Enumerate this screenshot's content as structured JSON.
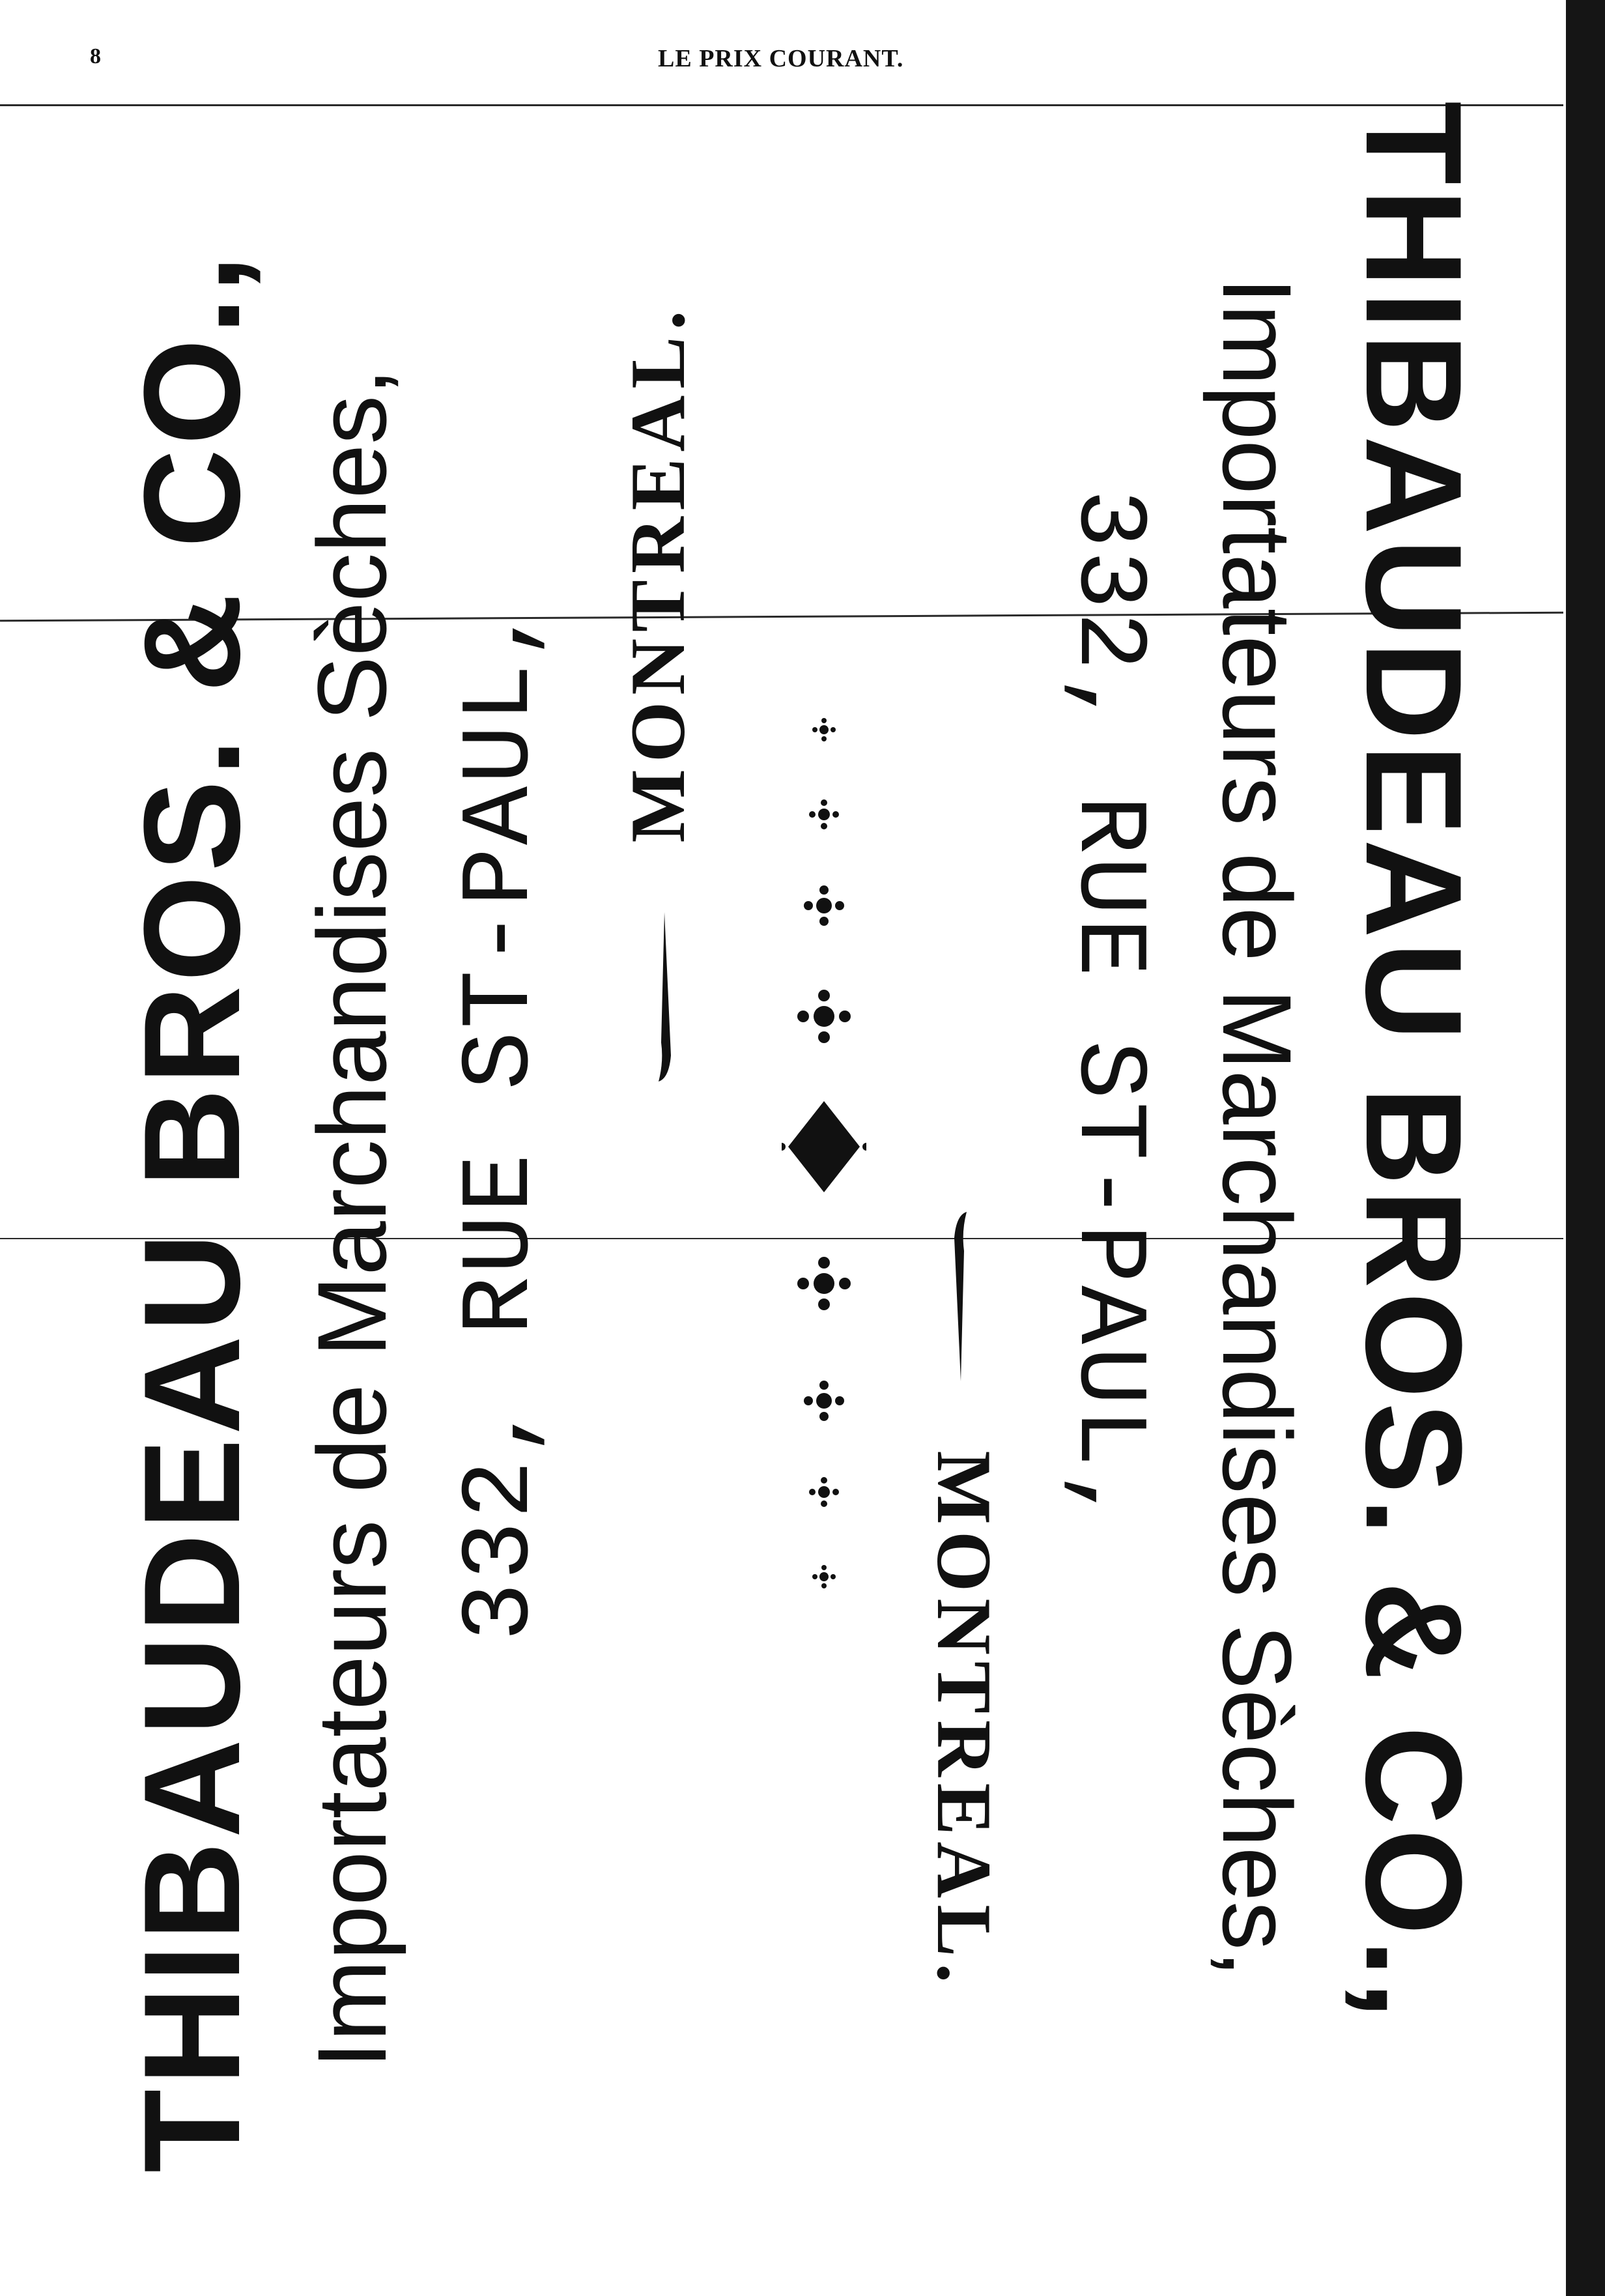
{
  "header": {
    "page_number": "8",
    "running_title": "LE PRIX COURANT."
  },
  "ad_left": {
    "firm_name": "THIBAUDEAU BROS. & CO.,",
    "tagline": "Importateurs de Marchandises Sèches,",
    "address": "332, RUE ST-PAUL,",
    "city": "MONTREAL."
  },
  "ad_right": {
    "firm_name": "THIBAUDEAU BROS. & CO.,",
    "tagline": "Importateurs de Marchandises Sèches,",
    "address": "332, RUE ST-PAUL,",
    "city": "MONTREAL."
  },
  "ornament_icon": "diamond-and-dots-divider-icon"
}
